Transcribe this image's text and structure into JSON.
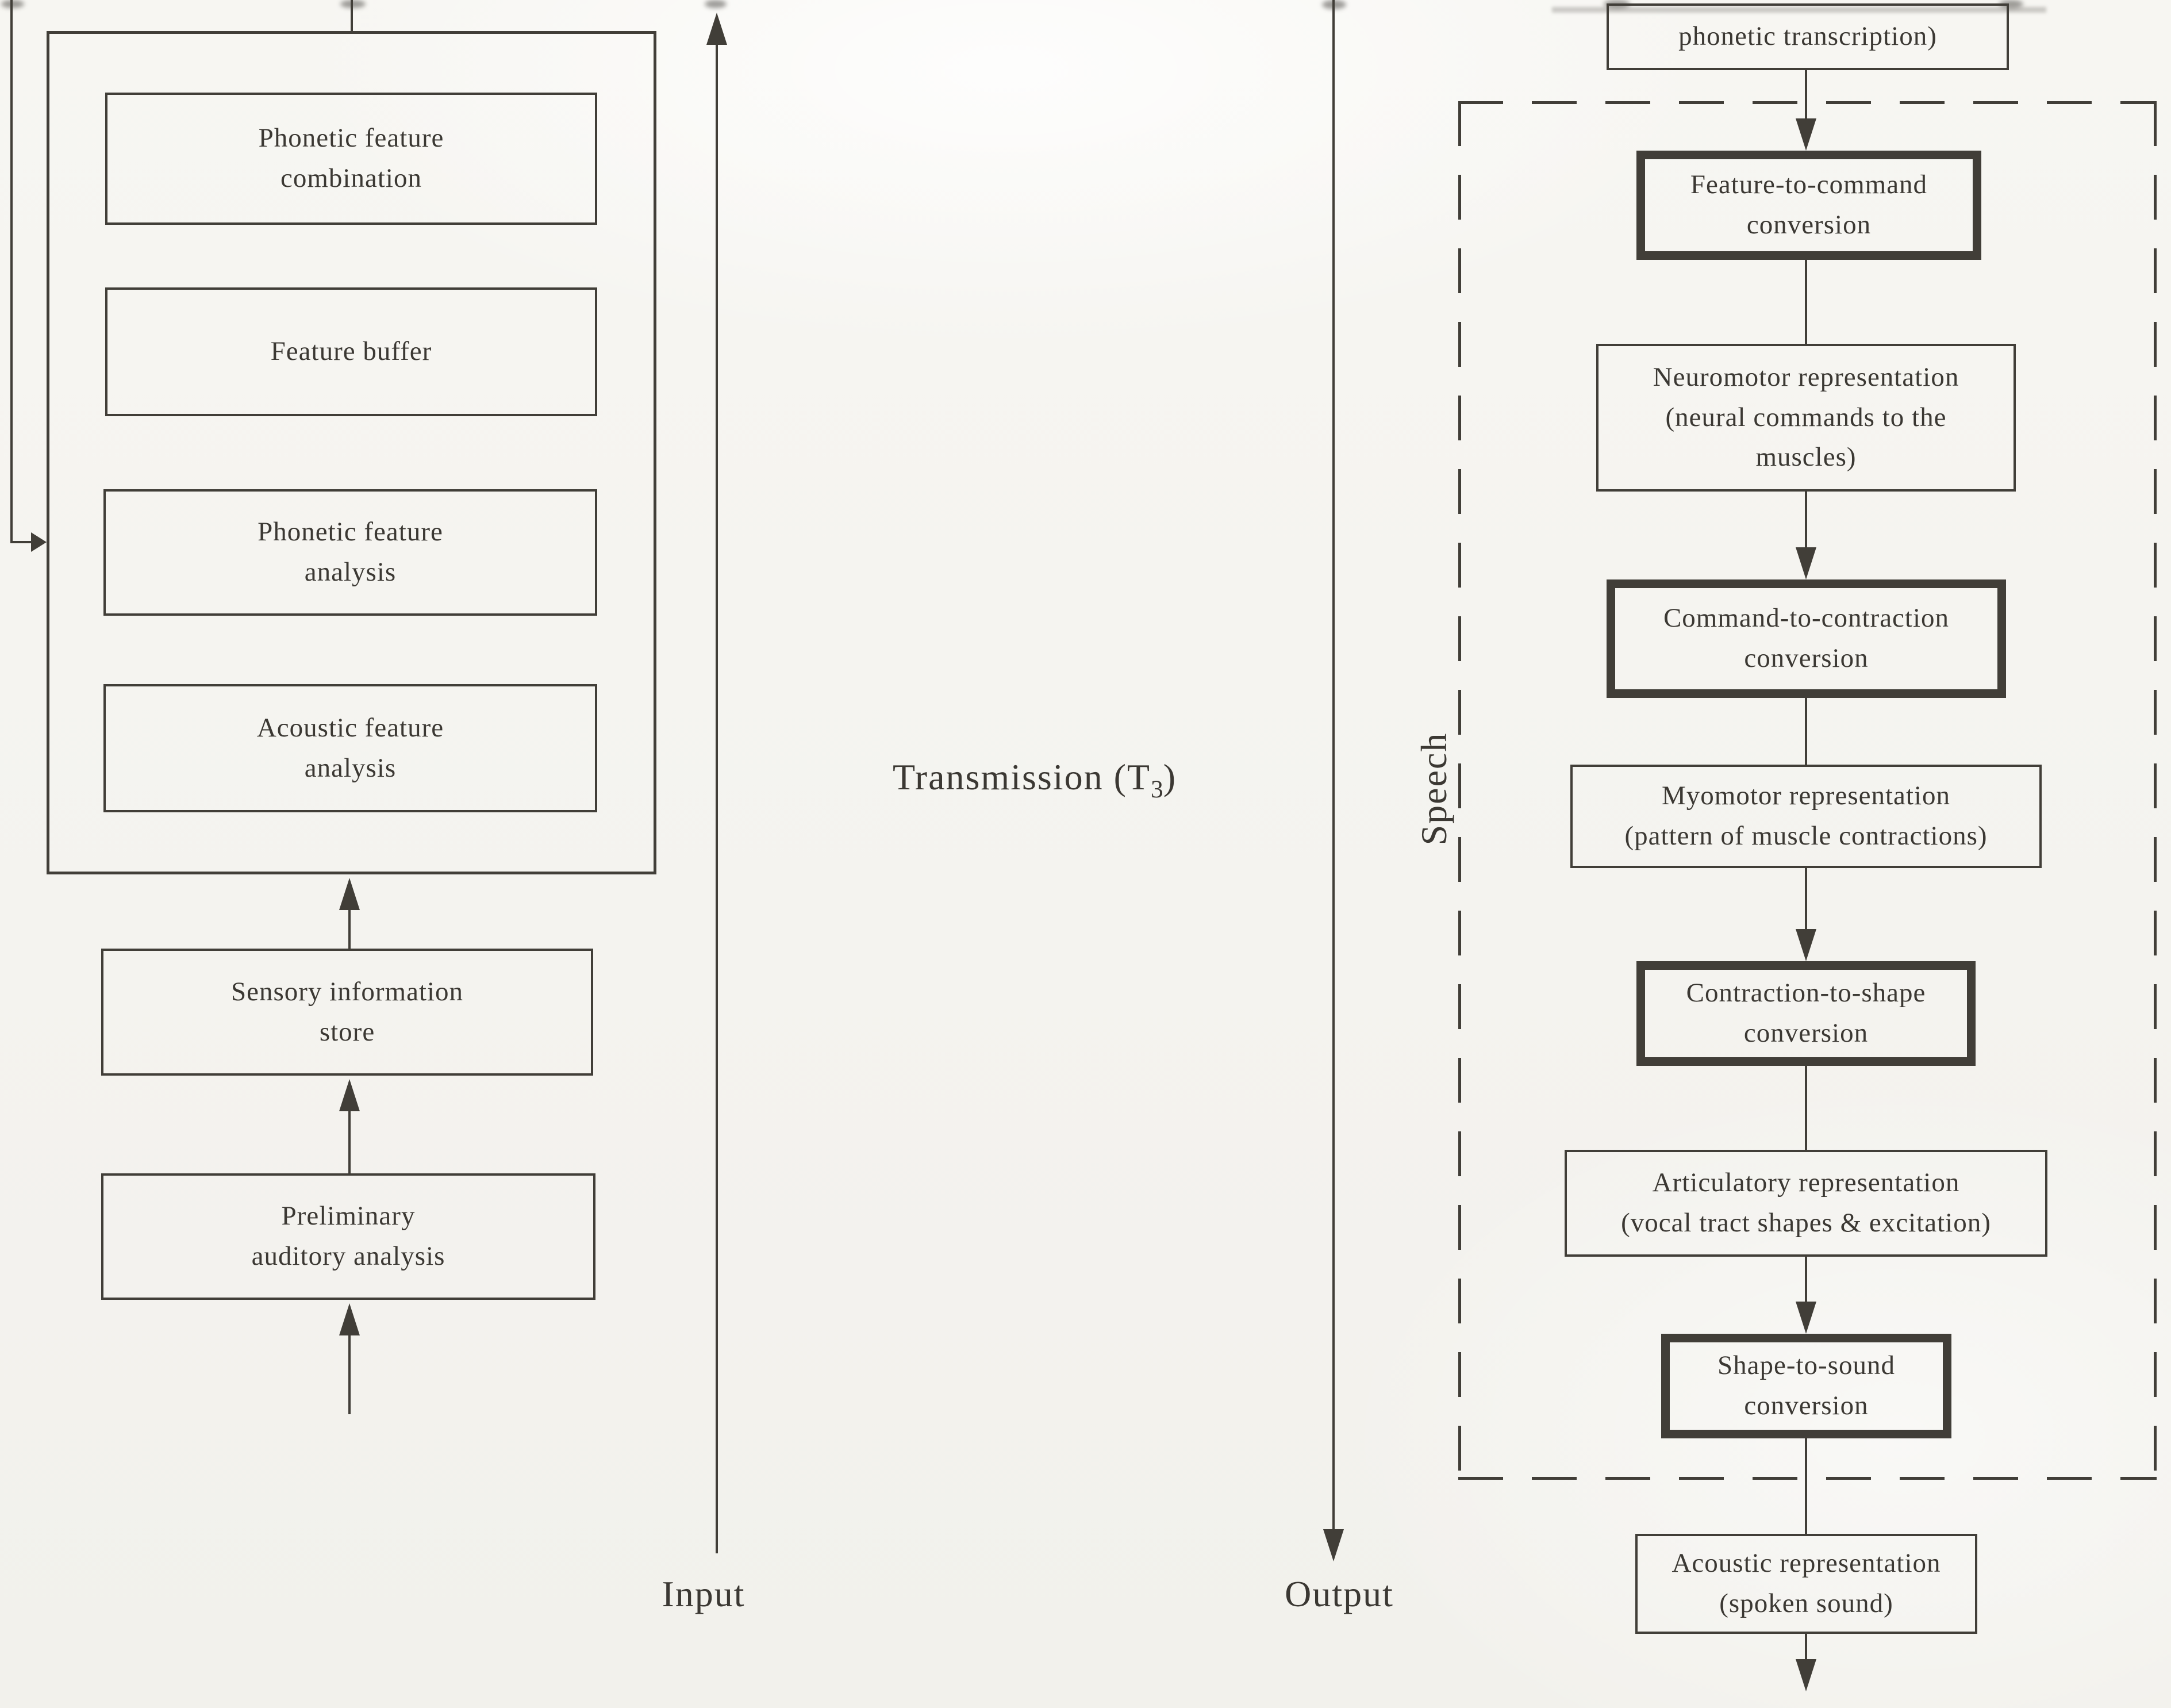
{
  "colors": {
    "paper": "#f5f4f0",
    "ink": "#413e38"
  },
  "auditory": {
    "boxes": [
      {
        "lines": [
          "Phonetic feature",
          "combination"
        ]
      },
      {
        "lines": [
          "Feature buffer"
        ]
      },
      {
        "lines": [
          "Phonetic feature",
          "analysis"
        ]
      },
      {
        "lines": [
          "Acoustic feature",
          "analysis"
        ]
      }
    ],
    "sensory": {
      "lines": [
        "Sensory information",
        "store"
      ]
    },
    "preliminary": {
      "lines": [
        "Preliminary",
        "auditory analysis"
      ]
    }
  },
  "center": {
    "transmission": {
      "prefix": "Transmission (T",
      "subscript": "3",
      "suffix": ")"
    },
    "input_label": "Input",
    "output_label": "Output"
  },
  "speech": {
    "side_label": "Speech",
    "top_box": {
      "label": "phonetic transcription)"
    },
    "stages": [
      {
        "kind": "conversion",
        "lines": [
          "Feature-to-command",
          "conversion"
        ]
      },
      {
        "kind": "representation",
        "lines": [
          "Neuromotor representation",
          "(neural commands to the",
          "muscles)"
        ]
      },
      {
        "kind": "conversion",
        "lines": [
          "Command-to-contraction",
          "conversion"
        ]
      },
      {
        "kind": "representation",
        "lines": [
          "Myomotor representation",
          "(pattern of muscle contractions)"
        ]
      },
      {
        "kind": "conversion",
        "lines": [
          "Contraction-to-shape",
          "conversion"
        ]
      },
      {
        "kind": "representation",
        "lines": [
          "Articulatory representation",
          "(vocal tract shapes & excitation)"
        ]
      },
      {
        "kind": "conversion",
        "lines": [
          "Shape-to-sound",
          "conversion"
        ]
      }
    ],
    "acoustic": {
      "lines": [
        "Acoustic representation",
        "(spoken sound)"
      ]
    }
  }
}
